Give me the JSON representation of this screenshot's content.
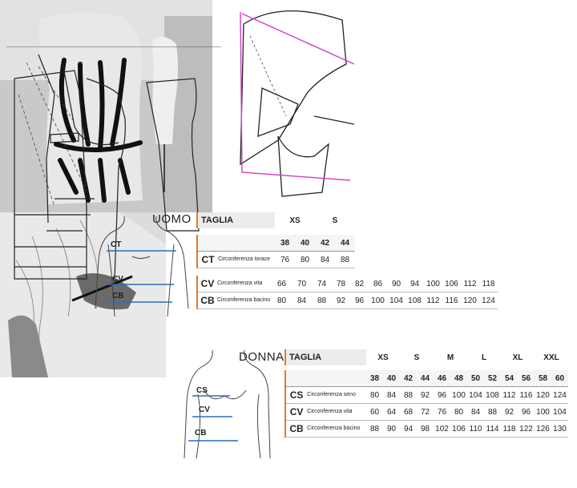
{
  "uomo": {
    "title": "UOMO",
    "body_labels": [
      "CT",
      "CV",
      "CB"
    ],
    "table": {
      "header": "TAGLIA",
      "groups": [
        "XS",
        "S"
      ],
      "sizes": [
        "38",
        "40",
        "42",
        "44"
      ],
      "rows": [
        {
          "code": "CT",
          "desc": "Circonferenza torace",
          "values": [
            "76",
            "80",
            "84",
            "88"
          ]
        },
        {
          "code": "CV",
          "desc": "Circonferenza vita",
          "values": [
            "66",
            "70",
            "74",
            "78",
            "82",
            "86",
            "90",
            "94",
            "100",
            "106",
            "112",
            "118"
          ]
        },
        {
          "code": "CB",
          "desc": "Circonferenza bacino",
          "values": [
            "80",
            "84",
            "88",
            "92",
            "96",
            "100",
            "104",
            "108",
            "112",
            "116",
            "120",
            "124"
          ]
        }
      ]
    }
  },
  "donna": {
    "title": "DONNA",
    "body_labels": [
      "CS",
      "CV",
      "CB"
    ],
    "table": {
      "header": "TAGLIA",
      "groups": [
        "XS",
        "S",
        "M",
        "L",
        "XL",
        "XXL"
      ],
      "sizes": [
        "38",
        "40",
        "42",
        "44",
        "46",
        "48",
        "50",
        "52",
        "54",
        "56",
        "58",
        "60"
      ],
      "rows": [
        {
          "code": "CS",
          "desc": "Circonferenza seno",
          "values": [
            "80",
            "84",
            "88",
            "92",
            "96",
            "100",
            "104",
            "108",
            "112",
            "116",
            "120",
            "124"
          ]
        },
        {
          "code": "CV",
          "desc": "Circonferenza vita",
          "values": [
            "60",
            "64",
            "68",
            "72",
            "76",
            "80",
            "84",
            "88",
            "92",
            "96",
            "100",
            "104"
          ]
        },
        {
          "code": "CB",
          "desc": "Circonferenza bacino",
          "values": [
            "88",
            "90",
            "94",
            "98",
            "102",
            "106",
            "110",
            "114",
            "118",
            "122",
            "126",
            "130"
          ]
        }
      ]
    }
  },
  "colors": {
    "accent": "#e07b2a",
    "measure_line": "#2a6db5",
    "pattern_magenta": "#d23fc8"
  }
}
